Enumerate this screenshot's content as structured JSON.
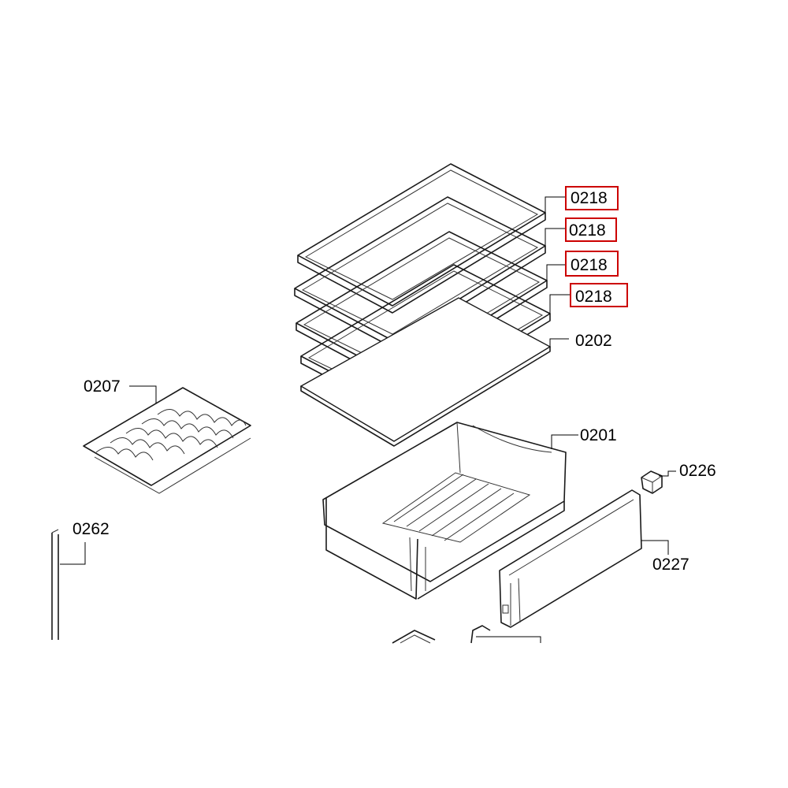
{
  "colors": {
    "highlight": "#cc0000",
    "line": "#000000",
    "background": "#ffffff"
  },
  "labels": {
    "shelf_1": "0218",
    "shelf_2": "0218",
    "shelf_3": "0218",
    "shelf_4": "0218",
    "glass_plate": "0202",
    "bottle_rack": "0207",
    "drawer": "0201",
    "clip": "0226",
    "drawer_front": "0227",
    "side_strip": "0262"
  }
}
